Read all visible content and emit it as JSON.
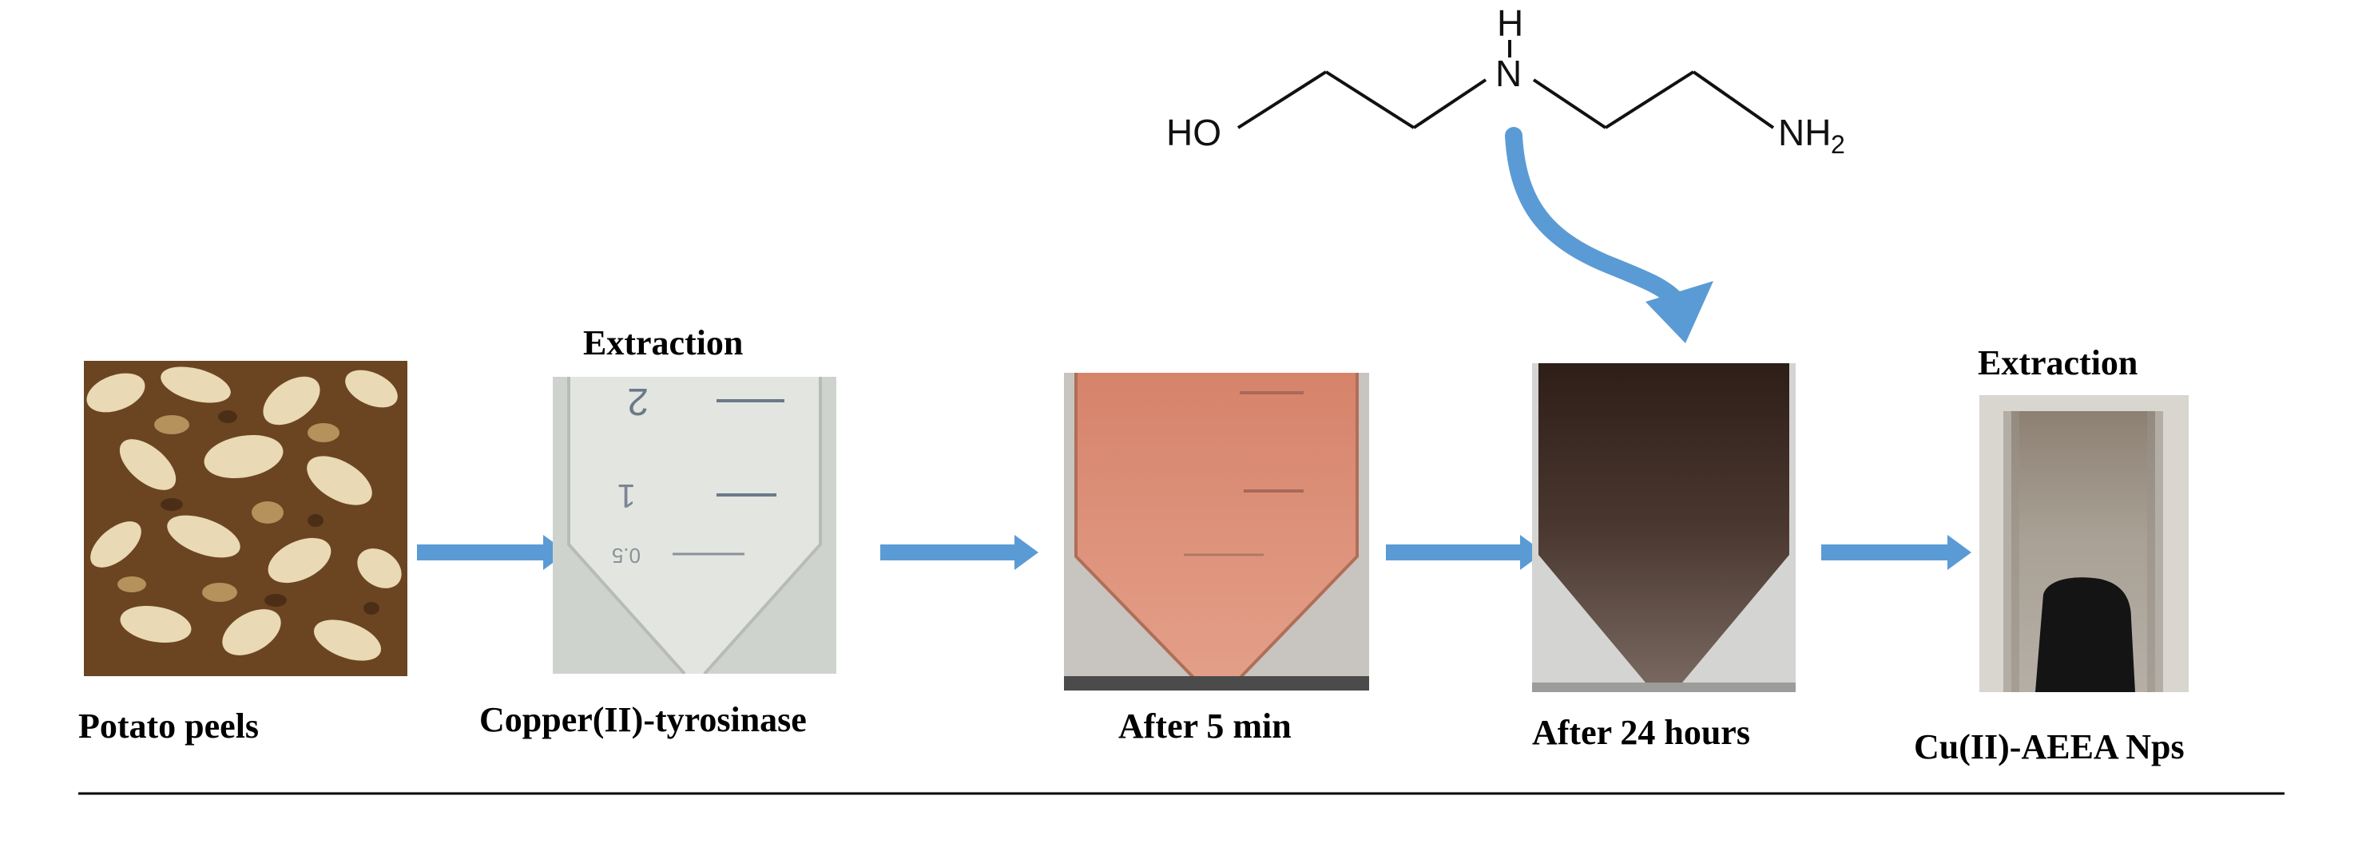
{
  "molecule": {
    "ho": "HO",
    "h": "H",
    "n": "N",
    "nh": "NH",
    "sub2": "2"
  },
  "steps": [
    {
      "caption": "Potato peels",
      "header": ""
    },
    {
      "caption": "Copper(II)-tyrosinase",
      "header": "Extraction"
    },
    {
      "caption": "After 5 min",
      "header": ""
    },
    {
      "caption": "After 24 hours",
      "header": ""
    },
    {
      "caption": "Cu(II)-AEEA Nps",
      "header": "Extraction"
    }
  ],
  "tube_scale": {
    "mark_2": "2",
    "mark_1": "1",
    "mark_05": "0.5"
  },
  "colors": {
    "arrow": "#5b9bd5",
    "curved_arrow": "#5b9bd5",
    "separator": "#000000",
    "tube_clear": "#d9dcd8",
    "tube_orange": "#d98d74",
    "tube_dark": "#3b2a24",
    "tube_grey": "#a79d90"
  }
}
